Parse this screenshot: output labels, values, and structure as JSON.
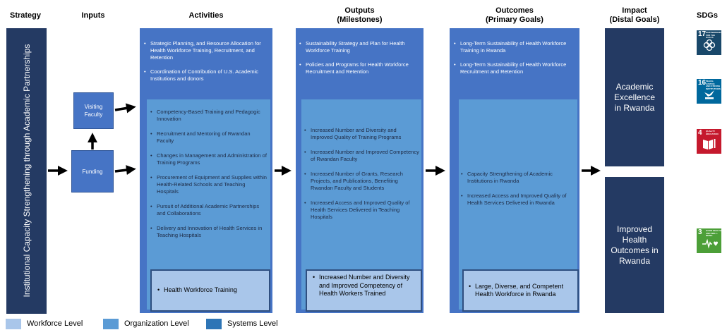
{
  "headers": {
    "strategy": "Strategy",
    "inputs": "Inputs",
    "activities": "Activities",
    "outputs_line1": "Outputs",
    "outputs_line2": "(Milestones)",
    "outcomes_line1": "Outcomes",
    "outcomes_line2": "(Primary Goals)",
    "impact_line1": "Impact",
    "impact_line2": "(Distal Goals)",
    "sdgs": "SDGs"
  },
  "strategy": {
    "text": "Institutional Capacity Strengthening through Academic Partnerships"
  },
  "inputs": {
    "visiting_faculty_line1": "Visiting",
    "visiting_faculty_line2": "Faculty",
    "funding": "Funding"
  },
  "activities": {
    "systems": [
      "Strategic Planning, and Resource Allocation for Health Workforce Training, Recruitment, and Retention",
      "Coordination of Contribution of  U.S. Academic Institutions and donors"
    ],
    "organization": [
      "Competency-Based Training and Pedagogic Innovation",
      "Recruitment and Mentoring of Rwandan Faculty",
      "Changes in Management and Administration of Training Programs",
      "Procurement of Equipment and Supplies within Health-Related Schools and Teaching Hospitals",
      "Pursuit of Additional Academic Partnerships and Collaborations",
      "Delivery and Innovation of Health Services in Teaching Hospitals"
    ],
    "workforce": "Health Workforce Training"
  },
  "outputs": {
    "systems": [
      "Sustainability Strategy and Plan for Health Workforce Training",
      "Policies and Programs for Health Workforce Recruitment and Retention"
    ],
    "organization": [
      "Increased Number and Diversity and Improved Quality of Training Programs",
      "Increased Number and Improved Competency of Rwandan Faculty",
      "Increased Number of Grants, Research Projects, and Publications, Benefiting Rwandan Faculty and Students",
      "Increased Access and Improved Quality of Health Services Delivered in Teaching Hospitals"
    ],
    "workforce": "Increased Number and Diversity and Improved Competency of Health Workers Trained"
  },
  "outcomes": {
    "systems": [
      "Long-Term Sustainability of Health Workforce Training in Rwanda",
      "Long-Term Sustainability of Health Workforce Recruitment and Retention"
    ],
    "organization": [
      "Capacity Strengthening of Academic Institutions in Rwanda",
      "Increased Access and Improved Quality of Health Services Delivered in Rwanda"
    ],
    "workforce": "Large, Diverse, and Competent Health Workforce in Rwanda"
  },
  "impact": {
    "academic": "Academic Excellence in Rwanda",
    "health": "Improved Health Outcomes in Rwanda"
  },
  "sdgs": [
    {
      "number": "17",
      "label": "PARTNERSHIPS\nFOR THE GOALS",
      "color": "#19486a",
      "icon": "partnership-flower-icon"
    },
    {
      "number": "16",
      "label": "PEACE, JUSTICE\nAND STRONG\nINSTITUTIONS",
      "color": "#00689d",
      "icon": "dove-gavel-icon"
    },
    {
      "number": "4",
      "label": "QUALITY\nEDUCATION",
      "color": "#c5192d",
      "icon": "book-pencil-icon"
    },
    {
      "number": "3",
      "label": "GOOD HEALTH\nAND WELL-BEING",
      "color": "#4c9f38",
      "icon": "heartbeat-icon"
    }
  ],
  "legend": {
    "workforce": {
      "label": "Workforce Level",
      "color": "#a9c6ea"
    },
    "organization": {
      "label": "Organization Level",
      "color": "#5b9bd5"
    },
    "systems": {
      "label": "Systems Level",
      "color": "#2e75b6"
    }
  }
}
